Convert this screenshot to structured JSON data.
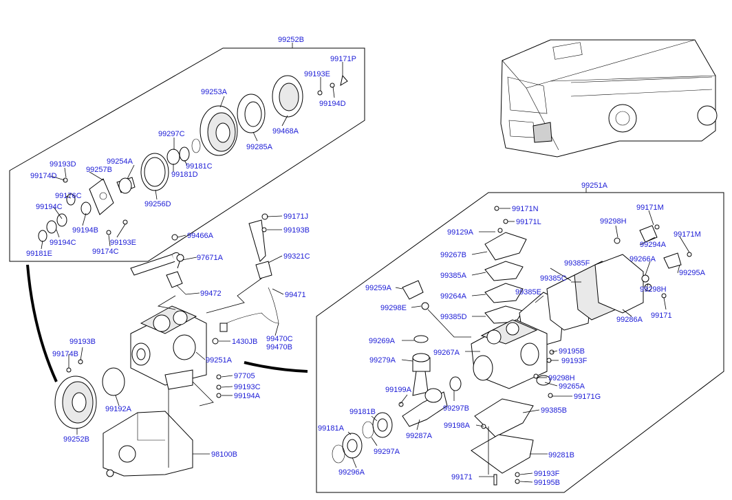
{
  "diagram": {
    "labels": {
      "l_99252B_top": "99252B",
      "l_99171P": "99171P",
      "l_99193E_top": "99193E",
      "l_99194D": "99194D",
      "l_99253A": "99253A",
      "l_99468A": "99468A",
      "l_99285A": "99285A",
      "l_99297C": "99297C",
      "l_99181C": "99181C",
      "l_99181D": "99181D",
      "l_99254A": "99254A",
      "l_99256D": "99256D",
      "l_99193D": "99193D",
      "l_99257B": "99257B",
      "l_99174D": "99174D",
      "l_99176C": "99176C",
      "l_99194C": "99194C",
      "l_99194B": "99194B",
      "l_99194C_2": "99194C",
      "l_99193E": "99193E",
      "l_99181E": "99181E",
      "l_99174C": "99174C",
      "l_99171J": "99171J",
      "l_99193B": "99193B",
      "l_99466A": "99466A",
      "l_99321C": "99321C",
      "l_97671A": "97671A",
      "l_99472": "99472",
      "l_99471": "99471",
      "l_99470C": "99470C",
      "l_99470B": "99470B",
      "l_1430JB": "1430JB",
      "l_99251A_left": "99251A",
      "l_97705": "97705",
      "l_99193C": "99193C",
      "l_99194A": "99194A",
      "l_99193B_left": "99193B",
      "l_99174B": "99174B",
      "l_99192A": "99192A",
      "l_99252B_bottom": "99252B",
      "l_98100B": "98100B",
      "l_99251A_right": "99251A",
      "l_99171N": "99171N",
      "l_99171L": "99171L",
      "l_99129A": "99129A",
      "l_99267B": "99267B",
      "l_99385A": "99385A",
      "l_99264A": "99264A",
      "l_99385D": "99385D",
      "l_99259A": "99259A",
      "l_99298E": "99298E",
      "l_99298H_top": "99298H",
      "l_99171M_a": "99171M",
      "l_99294A": "99294A",
      "l_99171M_b": "99171M",
      "l_99385F": "99385F",
      "l_99385C": "99385C",
      "l_99266A": "99266A",
      "l_99295A": "99295A",
      "l_99385E": "99385E",
      "l_99298H_mid": "99298H",
      "l_99286A": "99286A",
      "l_99171_right": "99171",
      "l_99269A": "99269A",
      "l_99267A": "99267A",
      "l_99195B_mid": "99195B",
      "l_99193F_mid": "99193F",
      "l_99279A": "99279A",
      "l_99298H_low": "99298H",
      "l_99265A": "99265A",
      "l_99171G": "99171G",
      "l_99199A": "99199A",
      "l_99297B": "99297B",
      "l_99385B": "99385B",
      "l_99181B": "99181B",
      "l_99181A": "99181A",
      "l_99198A": "99198A",
      "l_99287A": "99287A",
      "l_99297A": "99297A",
      "l_99281B": "99281B",
      "l_99296A": "99296A",
      "l_99171_bottom": "99171",
      "l_99193F_bottom": "99193F",
      "l_99195B_bottom": "99195B"
    }
  }
}
